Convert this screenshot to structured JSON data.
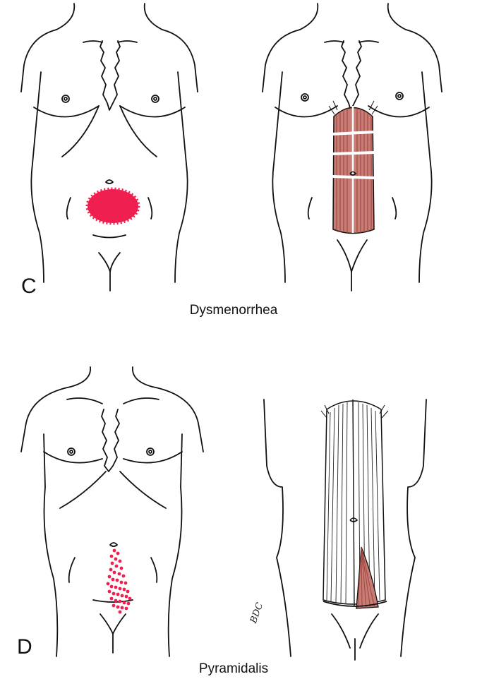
{
  "panels": [
    {
      "letter": "C",
      "caption": "Dysmenorrhea"
    },
    {
      "letter": "D",
      "caption": "Pyramidalis"
    }
  ],
  "signature": "BDC",
  "colors": {
    "ink": "#111111",
    "referred_pain": "#ef1f4f",
    "muscle_fill": "#c97c74",
    "muscle_stripe": "#9e4a45",
    "background": "#ffffff"
  }
}
